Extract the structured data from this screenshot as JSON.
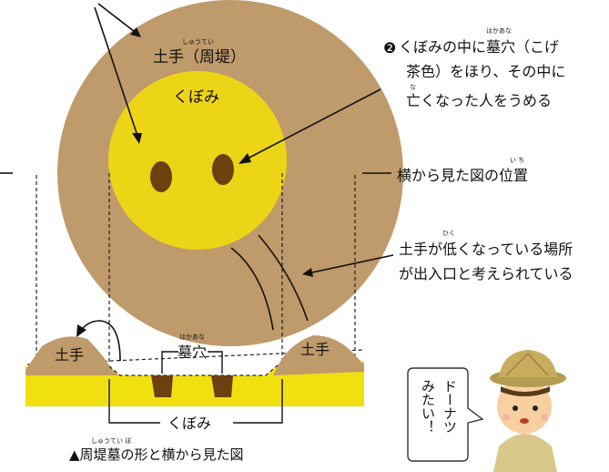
{
  "colors": {
    "mound": "#bf9a6a",
    "pit": "#ecd516",
    "hole": "#6e3f0f",
    "ground": "#f0e010",
    "line": "#1a1a1a",
    "callout_accent": "#111111"
  },
  "labels": {
    "top_mound": "土手（周堤）",
    "top_mound_ruby": "しゅうてい",
    "pit": "くぼみ",
    "note2_num": "❷",
    "note2_line1": "くぼみの中に墓穴（こげ",
    "note2_ruby": "はかあな",
    "note2_line2": "茶色）をほり、その中に",
    "note2_line3": "亡くなった人をうめる",
    "note2_line3_ruby": "な",
    "side_view_pos": "横から見た図の位置",
    "side_view_pos_ruby": "い ち",
    "entrance_line1": "土手が低くなっている場所",
    "entrance_ruby": "ひく",
    "entrance_line2": "が出入口と考えられている",
    "section_left_mound": "土手",
    "section_right_mound": "土手",
    "section_graves": "墓穴",
    "section_graves_ruby": "はかあな",
    "section_pit": "くぼみ",
    "caption": "▲周堤墓の形と横から見た図",
    "caption_ruby": "しゅうてい ぼ",
    "kid_speech": [
      "ドーナツ",
      "みたい！"
    ]
  }
}
